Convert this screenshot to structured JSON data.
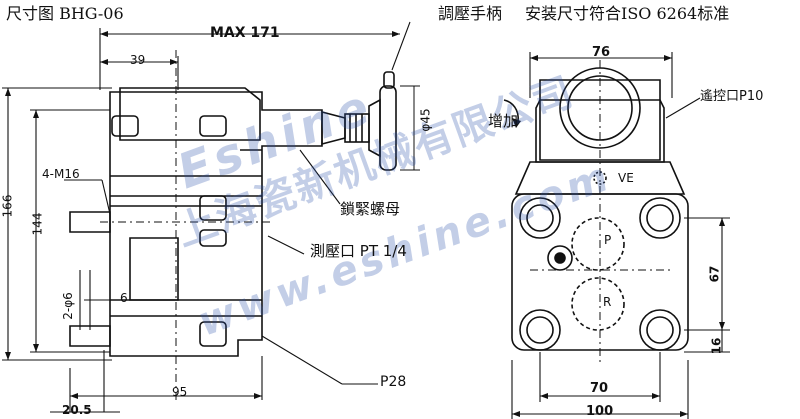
{
  "titles": {
    "left": "尺寸图 BHG-06",
    "right": "安装尺寸符合ISO 6264标准"
  },
  "side_view": {
    "handle_label": "調壓手柄",
    "max_label": "MAX 171",
    "dim_39": "39",
    "thread_label": "4-M16",
    "dim_166": "166",
    "dim_144": "144",
    "dim_phi6": "2-φ6",
    "dim_6": "6",
    "dim_95": "95",
    "dim_20_5": "20.5",
    "dim_phi45": "φ45",
    "nut_label": "鎖緊螺母",
    "gauge_port_label": "測壓口 PT 1/4",
    "p28_label": "P28"
  },
  "front_view": {
    "dim_76": "76",
    "increase_label": "增加",
    "remote_port_label": "遙控口P10",
    "ve_label": "VE",
    "port_p": "P",
    "port_r": "R",
    "dim_67": "67",
    "dim_16": "16",
    "dim_70": "70",
    "dim_100": "100"
  },
  "watermark": {
    "line1": "Eshine",
    "line2": "上海瓷新机械有限公司",
    "line3": "www.eshine.com"
  },
  "colors": {
    "ink": "#111111",
    "watermark": "#2850aa"
  }
}
